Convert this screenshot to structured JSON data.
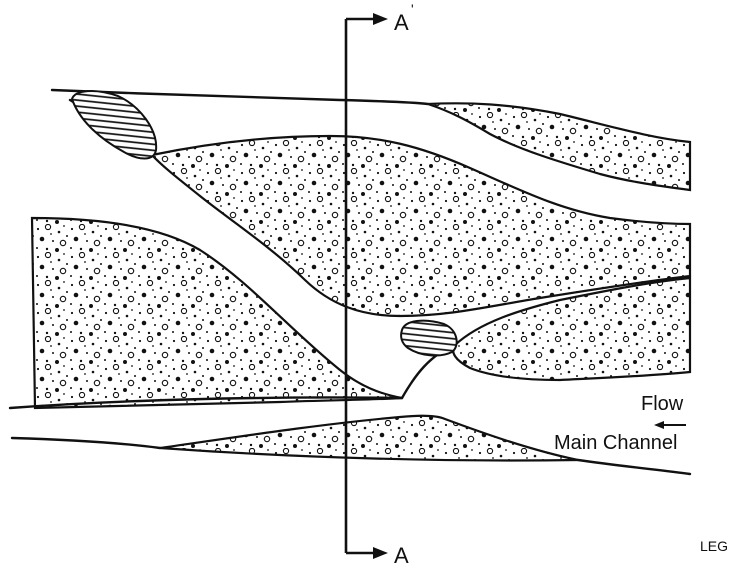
{
  "section_line": {
    "label_top": "A",
    "label_bottom": "A",
    "label_top_prime": "'"
  },
  "flow": {
    "label": "Flow",
    "channel_label": "Main Channel"
  },
  "legend": {
    "label": "LEG"
  }
}
